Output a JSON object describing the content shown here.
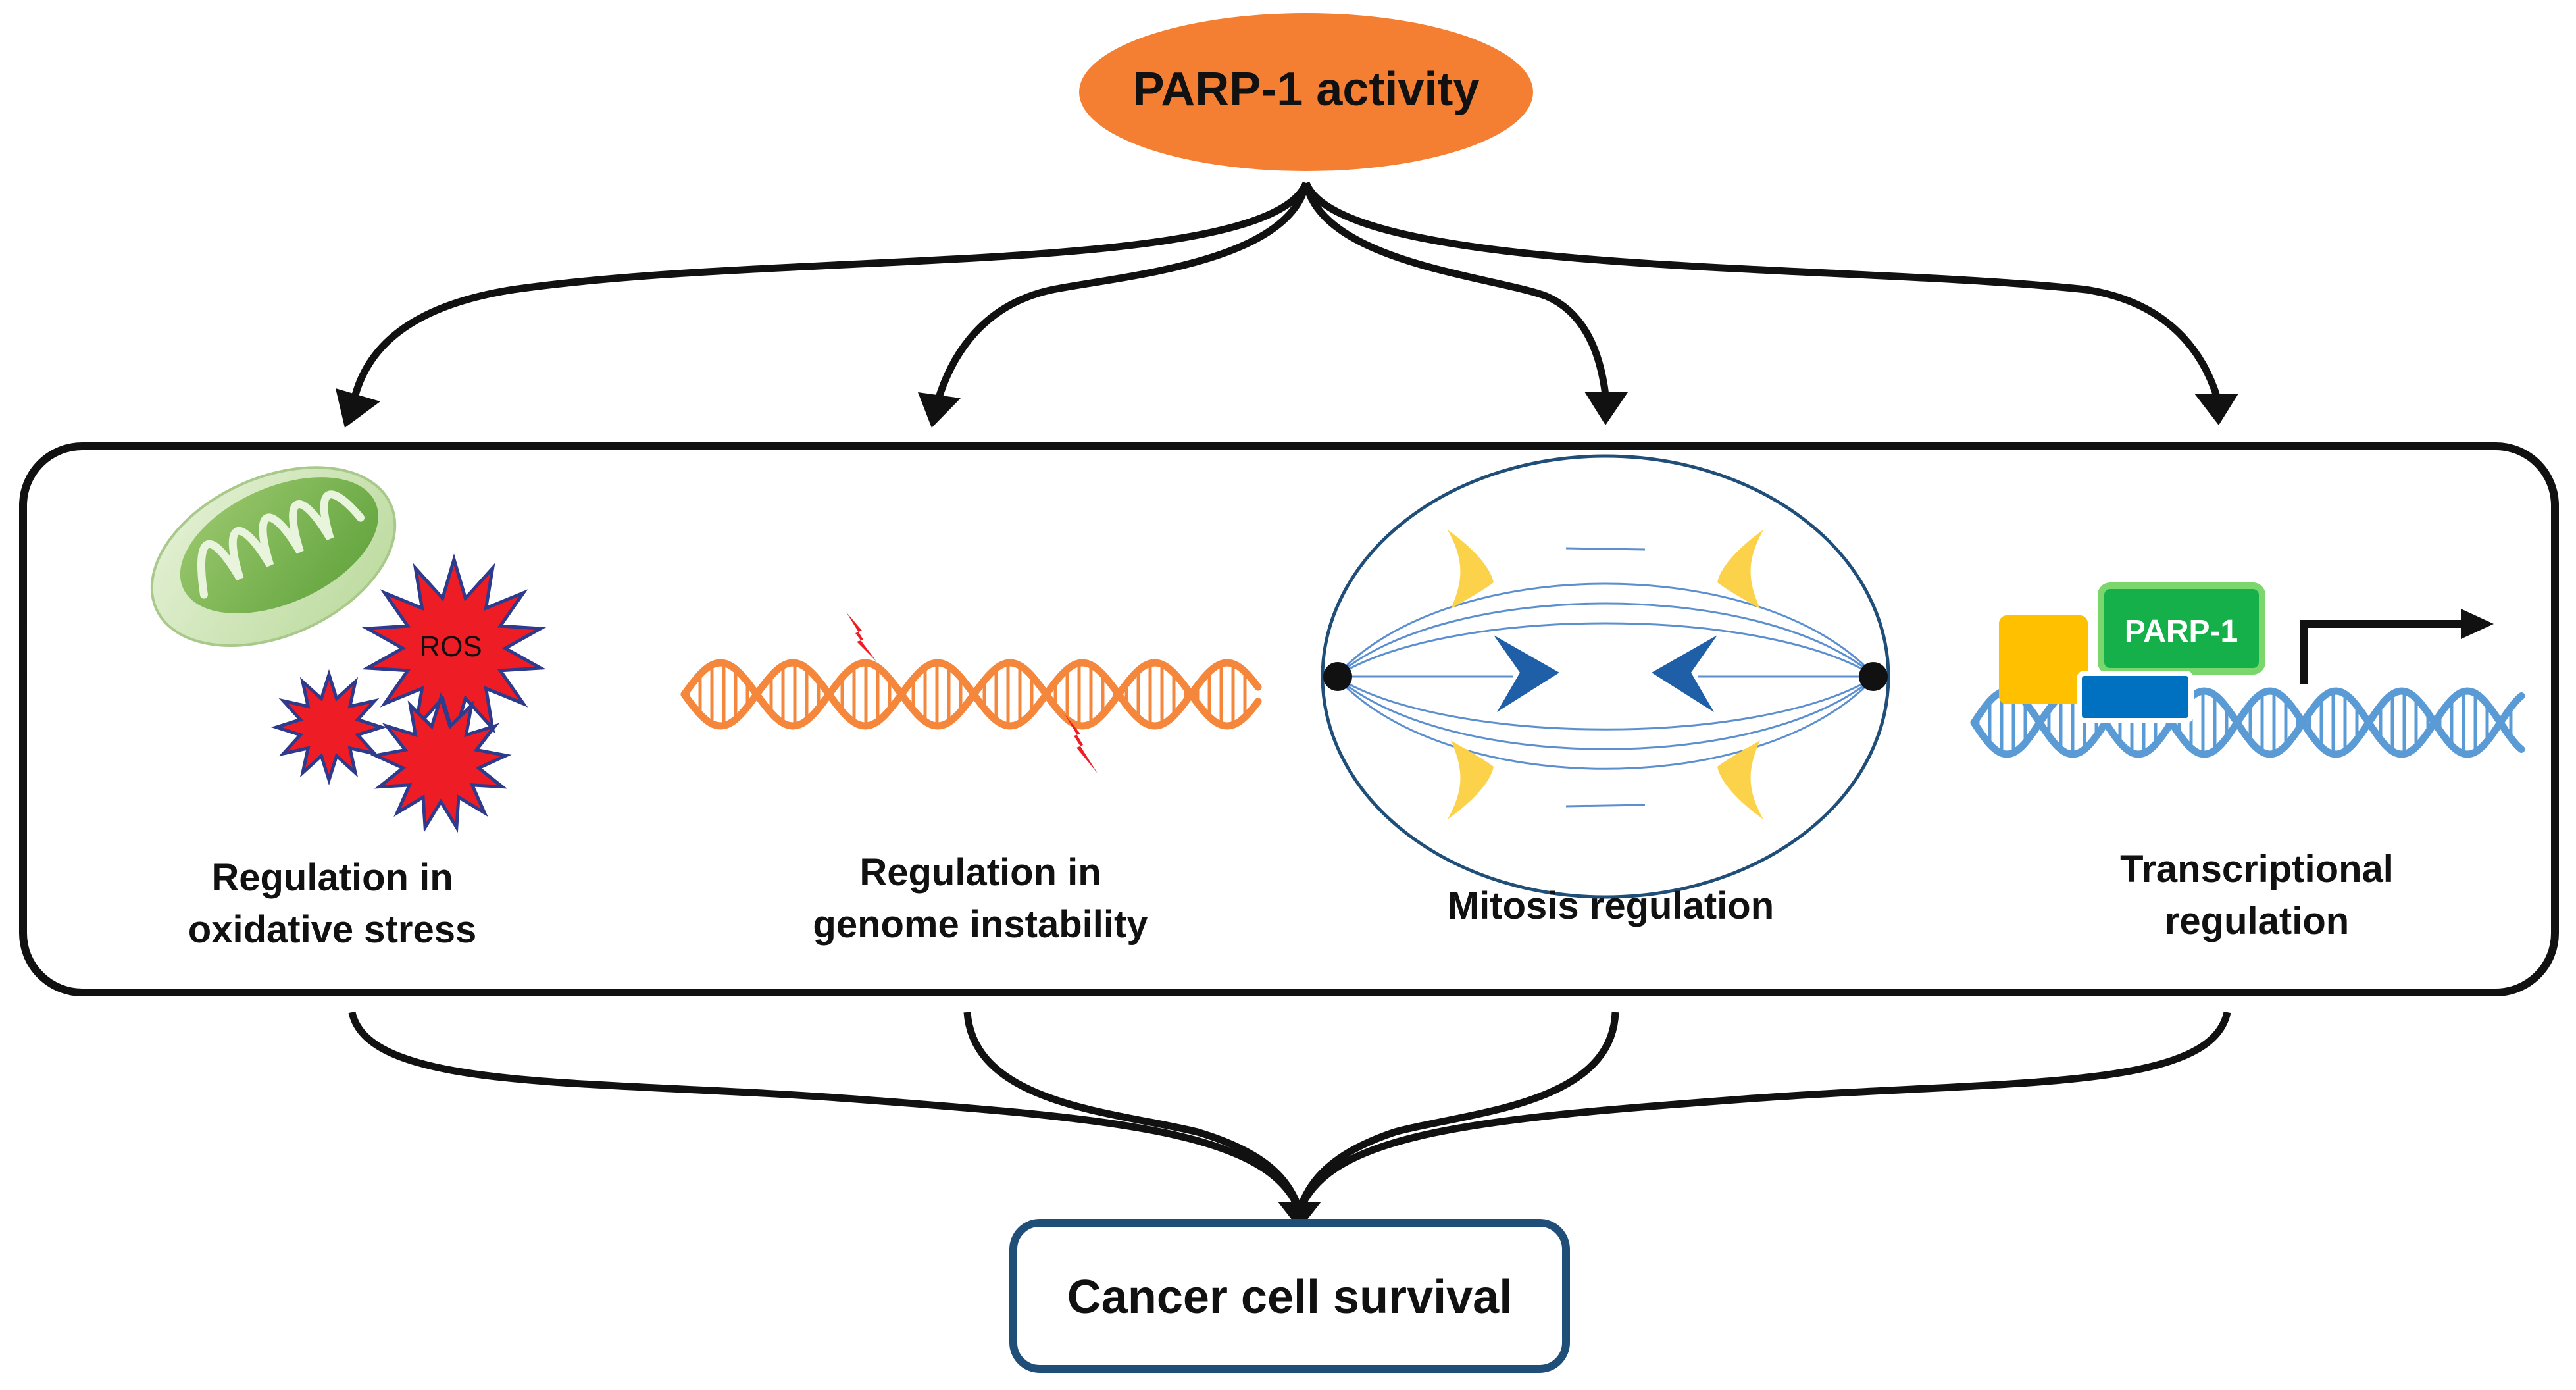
{
  "top_node": {
    "label": "PARP-1 activity"
  },
  "bottom_node": {
    "label": "Cancer cell survival"
  },
  "processes": [
    {
      "line1": "Regulation in",
      "line2": "oxidative stress"
    },
    {
      "line1": "Regulation in",
      "line2": "genome instability"
    },
    {
      "line1": "Mitosis regulation"
    },
    {
      "line1": "Transcriptional",
      "line2": "regulation"
    }
  ],
  "ros_label": "ROS",
  "protein_label": "PARP-1",
  "colors": {
    "top_node": "#f47f33",
    "bottom_border": "#1f4e79",
    "dna_orange": "#f4873b",
    "dna_blue": "#5b9bd5",
    "ros": "#ee1c25",
    "ros_border": "#2e3a8c",
    "chromosome_yellow": "#fcd24a",
    "chromosome_blue": "#1f5fa8",
    "parp_green": "#16b04a",
    "factor_yellow": "#ffc000",
    "factor_blue": "#0070c0"
  },
  "icons": [
    "mitochondrion-icon",
    "ros-burst-icon",
    "dna-double-helix-icon",
    "lightning-bolt-icon",
    "mitotic-cell-icon",
    "transcription-start-arrow-icon"
  ]
}
